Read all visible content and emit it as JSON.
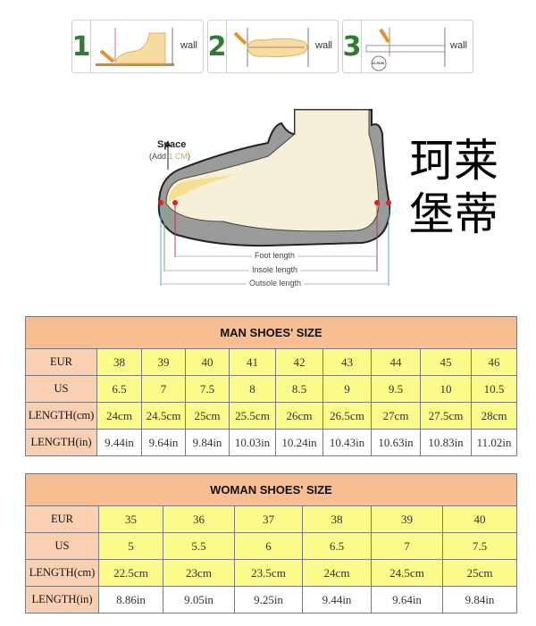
{
  "steps": [
    {
      "number": "1",
      "label": "wall"
    },
    {
      "number": "2",
      "label": "wall"
    },
    {
      "number": "3",
      "label": "wall",
      "ruler_reading": "11.5CM"
    }
  ],
  "diagram": {
    "space_title": "Space",
    "space_add_prefix": "(Add ",
    "space_add_value": "1 CM",
    "space_add_suffix": ")",
    "foot_length": "Foot length",
    "insole_length": "Insole length",
    "outsole_length": "Outsole length",
    "accent_color": "#e8a23a"
  },
  "man_table": {
    "title": "MAN SHOES' SIZE",
    "rows": [
      {
        "label": "EUR",
        "values": [
          "38",
          "39",
          "40",
          "41",
          "42",
          "43",
          "44",
          "45",
          "46"
        ]
      },
      {
        "label": "US",
        "values": [
          "6.5",
          "7",
          "7.5",
          "8",
          "8.5",
          "9",
          "9.5",
          "10",
          "10.5"
        ]
      },
      {
        "label": "LENGTH(cm)",
        "values": [
          "24cm",
          "24.5cm",
          "25cm",
          "25.5cm",
          "26cm",
          "26.5cm",
          "27cm",
          "27.5cm",
          "28cm"
        ]
      },
      {
        "label": "LENGTH(in)",
        "values": [
          "9.44in",
          "9.64in",
          "9.84in",
          "10.03in",
          "10.24in",
          "10.43in",
          "10.63in",
          "10.83in",
          "11.02in"
        ]
      }
    ]
  },
  "woman_table": {
    "title": "WOMAN SHOES' SIZE",
    "rows": [
      {
        "label": "EUR",
        "values": [
          "35",
          "36",
          "37",
          "38",
          "39",
          "40"
        ]
      },
      {
        "label": "US",
        "values": [
          "5",
          "5.5",
          "6",
          "6.5",
          "7",
          "7.5"
        ]
      },
      {
        "label": "LENGTH(cm)",
        "values": [
          "22.5cm",
          "23cm",
          "23.5cm",
          "24cm",
          "24.5cm",
          "25cm"
        ]
      },
      {
        "label": "LENGTH(in)",
        "values": [
          "8.86in",
          "9.05in",
          "9.25in",
          "9.44in",
          "9.64in",
          "9.84in"
        ]
      }
    ]
  },
  "watermark": "珂莱堡蒂",
  "colors": {
    "header": "#f9bd92",
    "label_cell": "#fbd0b2",
    "value_cell": "#fbfb8c",
    "step_number": "#2e7d32"
  }
}
